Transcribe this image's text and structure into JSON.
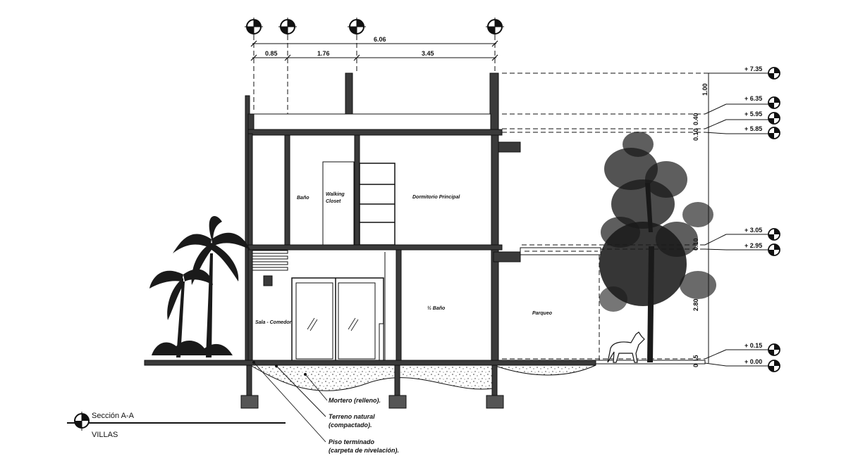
{
  "axis_dimensions": {
    "total": "6.06",
    "segments": [
      "0.85",
      "1.76",
      "3.45"
    ]
  },
  "levels": [
    "+ 7.35",
    "+ 6.35",
    "+ 5.95",
    "+ 5.85",
    "+ 3.05",
    "+ 2.95",
    "+ 0.15",
    "+ 0.00"
  ],
  "vertical_dimensions": [
    "1.00",
    "0.40",
    "0.10",
    "0.10",
    "2.80",
    "0.15"
  ],
  "rooms": {
    "bano_upper": "Baño",
    "walking_closet_1": "Walking",
    "walking_closet_2": "Closet",
    "dormitorio": "Dormitorio Principal",
    "sala": "Sala - Comedor",
    "medio_bano": "½ Baño",
    "parqueo": "Parqueo"
  },
  "notes": {
    "mortero": "Mortero (relleno).",
    "terreno_1": "Terreno natural",
    "terreno_2": "(compactado).",
    "piso_1": "Piso terminado",
    "piso_2": "(carpeta de nivelación)."
  },
  "title": {
    "section": "Sección A-A",
    "project": "VILLAS"
  }
}
